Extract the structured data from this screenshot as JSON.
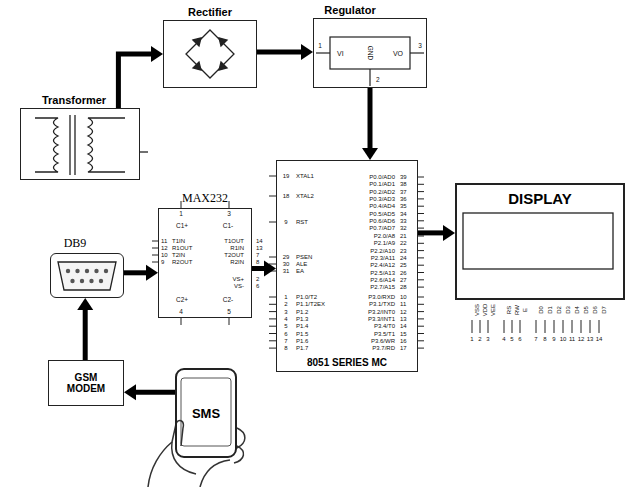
{
  "diagram": {
    "nodes": [
      {
        "text": [
          "Rectifier"
        ]
      },
      {
        "text": [
          "Regulator"
        ]
      },
      {
        "text": [
          "Transformer"
        ]
      },
      {
        "text": [
          "MAX232"
        ]
      },
      {
        "text": [
          "8051 SERIES MC"
        ]
      },
      {
        "text": [
          "DISPLAY"
        ]
      },
      {
        "text": [
          "DB9"
        ]
      },
      {
        "text": [
          "GSM MODEM"
        ]
      },
      {
        "text": [
          "SMS"
        ]
      }
    ],
    "edges": [
      {
        "from": 2,
        "to": 0,
        "arrow": "to"
      },
      {
        "from": 0,
        "to": 1,
        "arrow": "to"
      },
      {
        "from": 1,
        "to": 4,
        "arrow": "to"
      },
      {
        "from": 3,
        "to": 4,
        "arrow": "to"
      },
      {
        "from": 4,
        "to": 5,
        "arrow": "to"
      },
      {
        "from": 6,
        "to": 3,
        "arrow": "to"
      },
      {
        "from": 7,
        "to": 6,
        "arrow": "to"
      },
      {
        "from": 8,
        "to": 7,
        "arrow": "to"
      }
    ],
    "labels": [
      "VI",
      "VO",
      "GND",
      "1",
      "3",
      "2",
      "1",
      "3",
      "C1+",
      "C1-",
      "11",
      "T1IN",
      "12",
      "R1OUT",
      "10",
      "T2IN",
      "9",
      "R2OUT",
      "T1OUT",
      "14",
      "R1IN",
      "13",
      "T2OUT",
      "7",
      "R2IN",
      "8",
      "VS+",
      "2",
      "VS-",
      "6",
      "C2+",
      "C2-",
      "4",
      "5",
      "19",
      "XTAL1",
      "18",
      "XTAL2",
      "9",
      "RST",
      "29",
      "PSEN",
      "30",
      "ALE",
      "31",
      "EA",
      "1",
      "P1.0/T2",
      "2",
      "P1.1/T2EX",
      "3",
      "P1.2",
      "4",
      "P1.3",
      "5",
      "P1.4",
      "6",
      "P1.5",
      "7",
      "P1.6",
      "8",
      "P1.7",
      "P0.0/AD0",
      "39",
      "P0.1/AD1",
      "38",
      "P0.2/AD2",
      "37",
      "P0.3/AD3",
      "36",
      "P0.4/AD4",
      "35",
      "P0.5/AD5",
      "34",
      "P0.6/AD6",
      "33",
      "P0.7/AD7",
      "32",
      "P2.0/A8",
      "21",
      "P2.1/A9",
      "22",
      "P2.2/A10",
      "23",
      "P2.3/A11",
      "24",
      "P2.4/A12",
      "25",
      "P2.5/A13",
      "26",
      "P2.6/A14",
      "27",
      "P2.7/A15",
      "28",
      "P3.0/RXD",
      "10",
      "P3.1/TXD",
      "11",
      "P3.2/INT0",
      "12",
      "P3.3/INT1",
      "13",
      "P3.4/T0",
      "14",
      "P3.5/T1",
      "15",
      "P3.6/WR",
      "16",
      "P3.7/RD",
      "17",
      "VSS",
      "VDD",
      "VEE",
      "RS",
      "RW",
      "E",
      "D0",
      "D1",
      "D2",
      "D3",
      "D4",
      "D5",
      "D6",
      "D7",
      "1",
      "2",
      "3",
      "4",
      "5",
      "6",
      "7",
      "8",
      "9",
      "10",
      "11",
      "12",
      "13",
      "14"
    ]
  }
}
